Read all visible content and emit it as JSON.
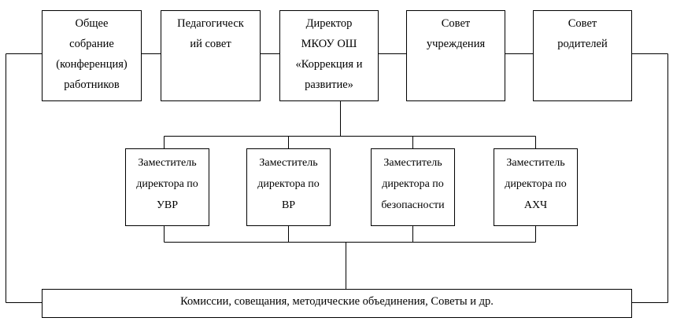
{
  "top_row": [
    {
      "id": "general-meeting",
      "text": "Общее\nсобрание\n(конференция)\nработников"
    },
    {
      "id": "pedagogical-council",
      "text": "Педагогическ\nий совет"
    },
    {
      "id": "director",
      "text": "Директор\nМКОУ ОШ\n«Коррекция и\nразвитие»"
    },
    {
      "id": "institution-council",
      "text": "Совет\nучреждения"
    },
    {
      "id": "parents-council",
      "text": "Совет\nродителей"
    }
  ],
  "deputies": [
    {
      "id": "deputy-uvr",
      "text": "Заместитель\nдиректора по\nУВР"
    },
    {
      "id": "deputy-vr",
      "text": "Заместитель\nдиректора по\nВР"
    },
    {
      "id": "deputy-security",
      "text": "Заместитель\nдиректора по\nбезопасности"
    },
    {
      "id": "deputy-ahch",
      "text": "Заместитель\nдиректора по\nАХЧ"
    }
  ],
  "bottom": {
    "text": "Комиссии, совещания, методические объединения, Советы  и др."
  },
  "colors": {
    "line": "#000000",
    "box_border": "#000000",
    "background": "#ffffff"
  }
}
